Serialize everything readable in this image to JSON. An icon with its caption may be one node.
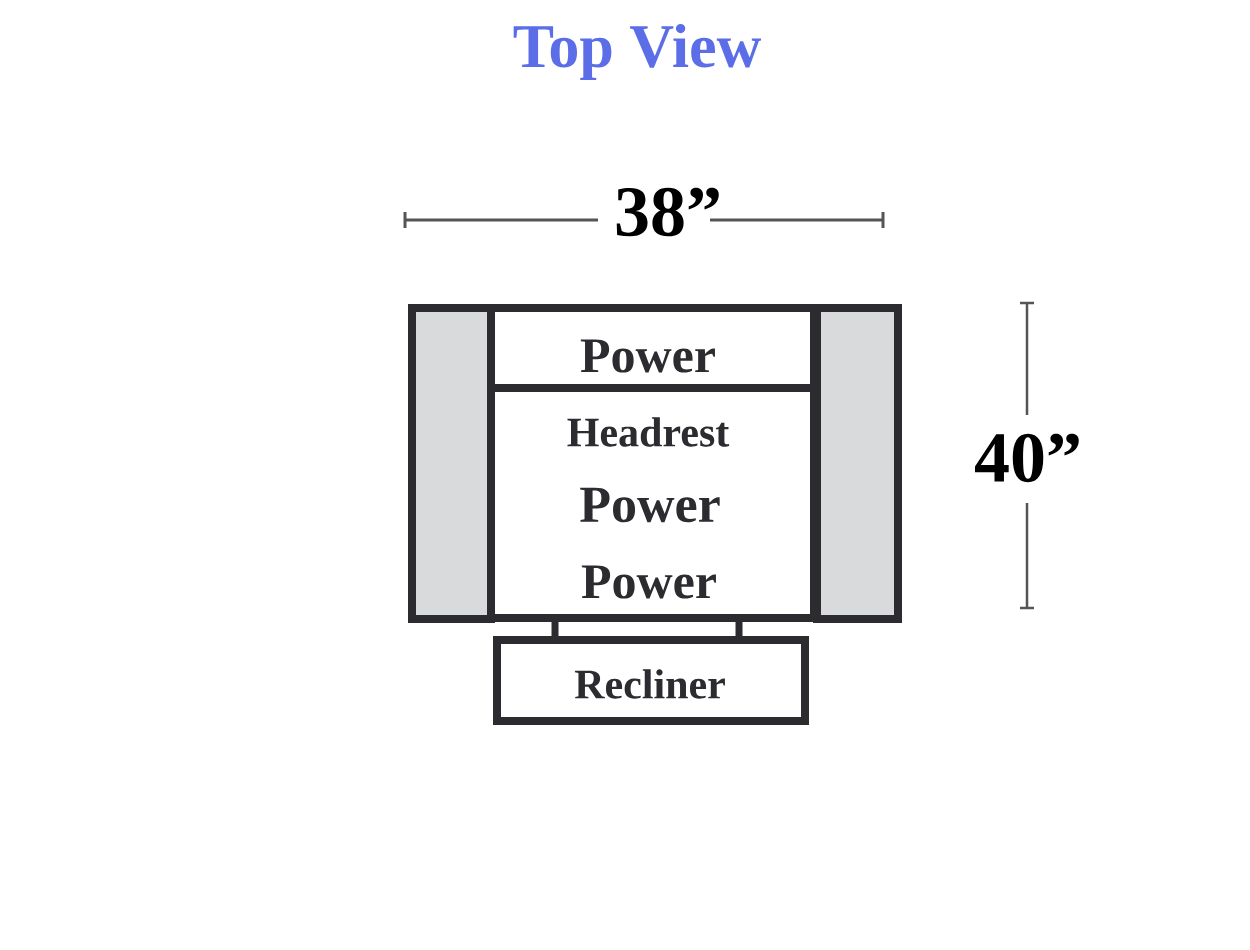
{
  "diagram": {
    "title": "Top View",
    "nodes": [
      {
        "text": [],
        "shape": "box"
      },
      {
        "text": [
          "Power"
        ]
      },
      {
        "text": [
          "Headrest",
          "Power",
          "Power"
        ]
      },
      {
        "text": [],
        "shape": "box"
      },
      {
        "text": [
          "Recliner"
        ]
      }
    ],
    "labels": [
      "38”",
      "40”"
    ]
  }
}
